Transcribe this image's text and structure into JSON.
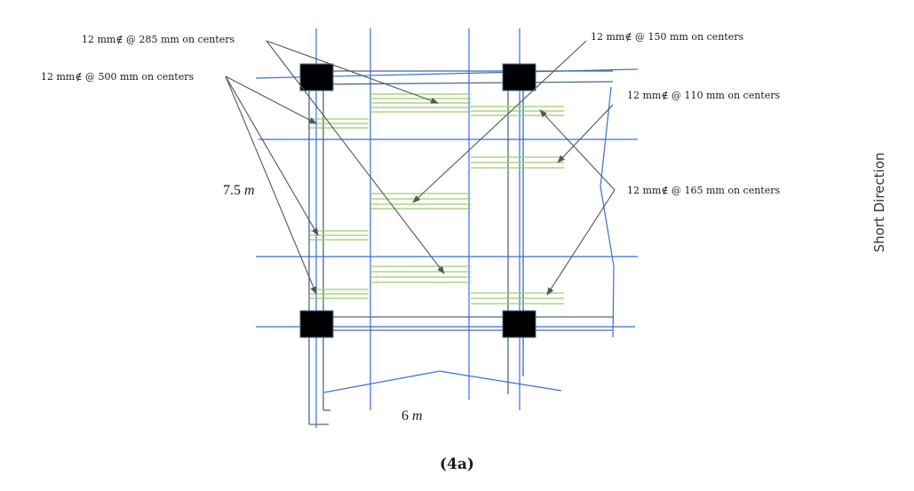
{
  "colors": {
    "grid_line": "#3a6fd8",
    "rebar_line": "#9acd6a",
    "beam_line": "#4a6a8a",
    "column_fill": "#000000",
    "leader_line": "#555555",
    "text": "#1a1a1a"
  },
  "annotations": {
    "rebar_285": "12 mm∉ @ 285 mm on centers",
    "rebar_500": "12 mm∉ @ 500 mm on centers",
    "rebar_150": "12 mm∉ @ 150 mm on centers",
    "rebar_110": "12 mm∉ @ 110 mm on centers",
    "rebar_165": "12 mm∉ @ 165 mm on centers"
  },
  "dimensions": {
    "short_span_value": "7.5",
    "short_span_unit": "m",
    "long_span_value": "6",
    "long_span_unit": "m"
  },
  "side_label": "Short Direction",
  "caption": "(4a)"
}
